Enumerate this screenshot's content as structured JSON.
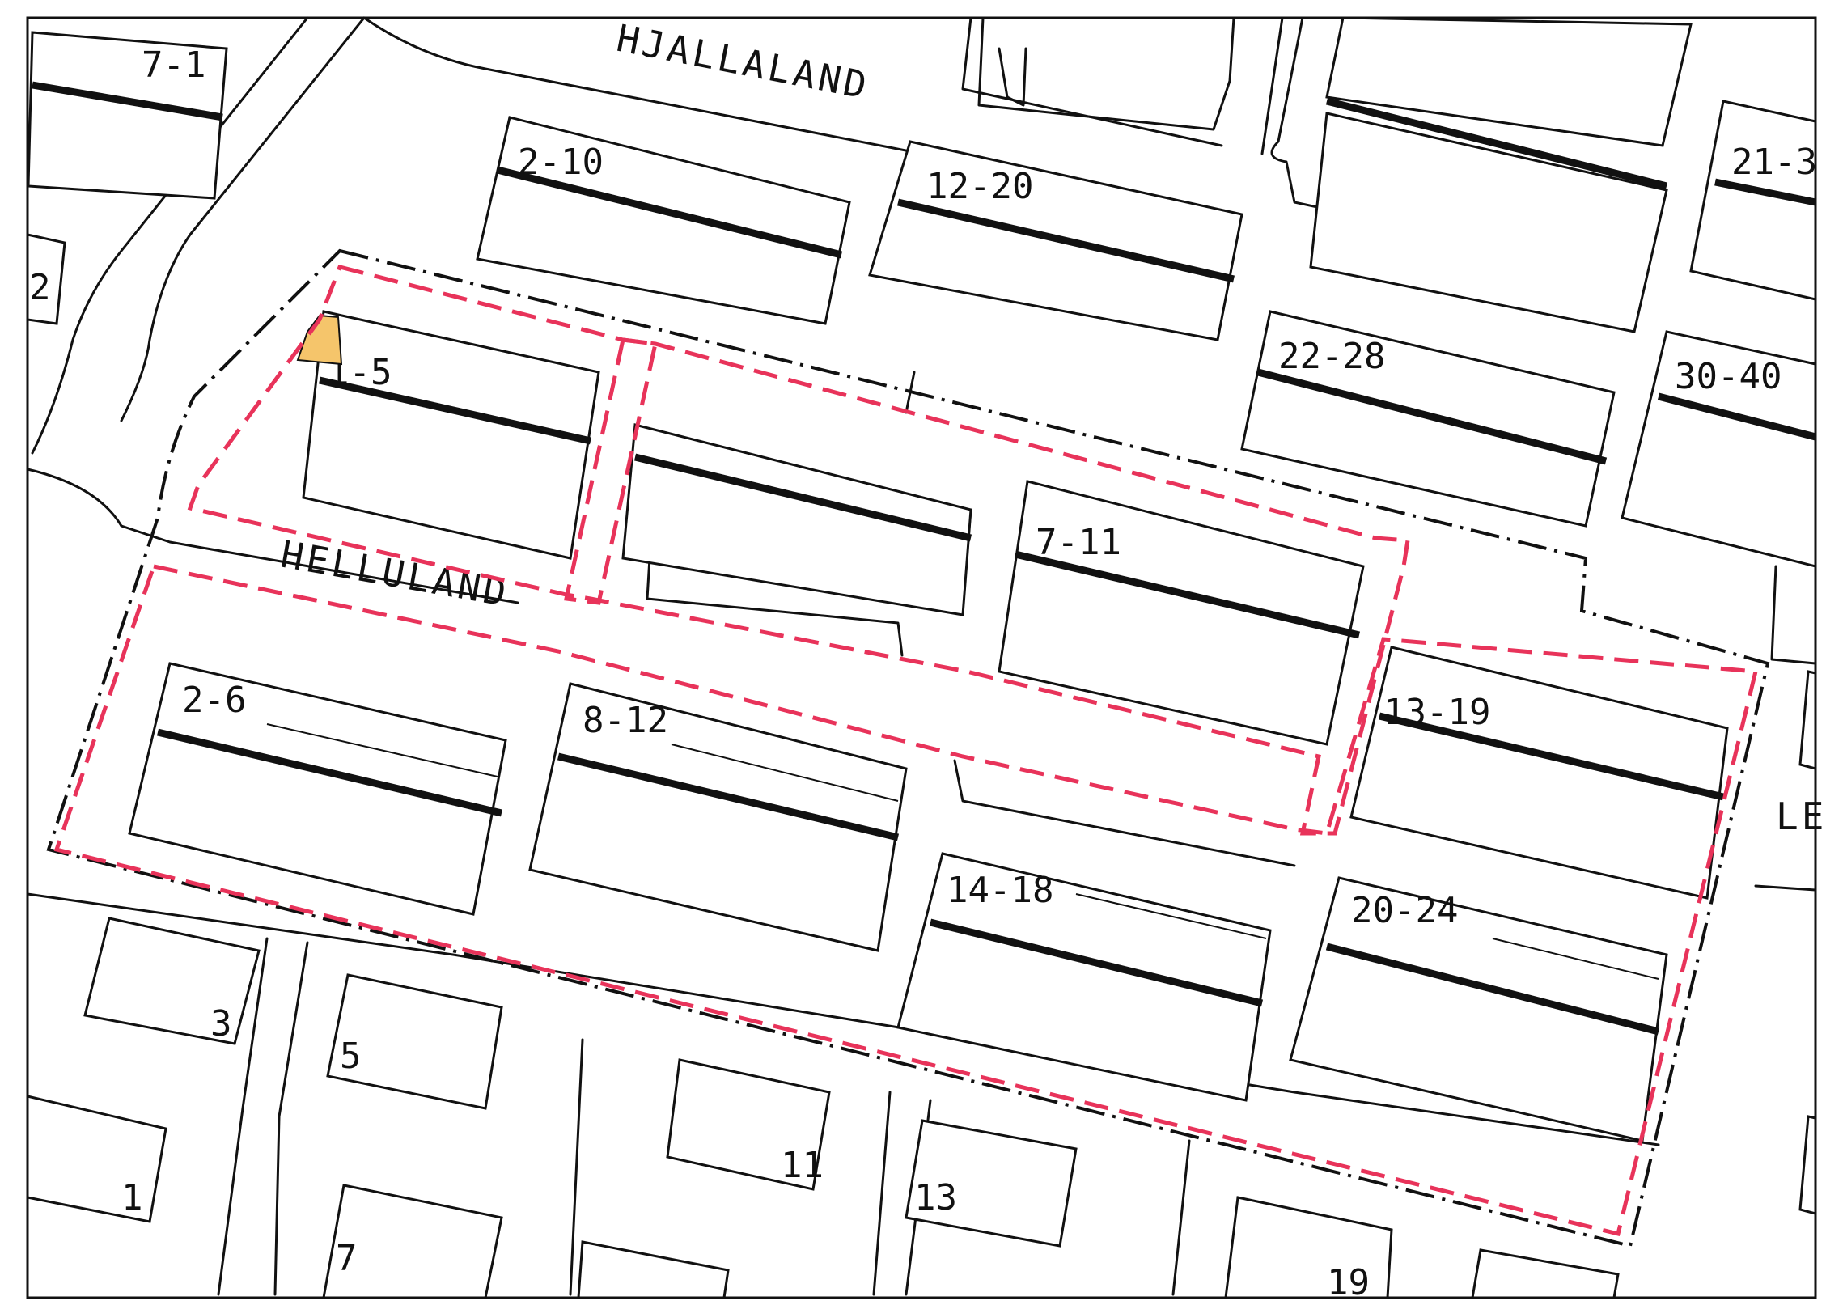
{
  "streets": {
    "hjallaland": "HJALLALAND",
    "helluland": "HELLULAND",
    "le_partial": "LE"
  },
  "lot_labels": {
    "l_7_1": "7-1",
    "l_2_10": "2-10",
    "l_12_20": "12-20",
    "l_21_3": "21-3",
    "l_2_left": "2",
    "l_1_5": "1-5",
    "l_22_28": "22-28",
    "l_30_40": "30-40",
    "l_7_11": "7-11",
    "l_2_6": "2-6",
    "l_8_12": "8-12",
    "l_13_19": "13-19",
    "l_14_18": "14-18",
    "l_20_24": "20-24",
    "l_3": "3",
    "l_5": "5",
    "l_11": "11",
    "l_13": "13",
    "l_1": "1",
    "l_7": "7",
    "l_19": "19"
  },
  "colors": {
    "plan_boundary": "#111111",
    "red_boundary": "#e8335a",
    "highlight_parcel": "#f5c56b",
    "ink": "#111111",
    "paper": "#ffffff"
  }
}
